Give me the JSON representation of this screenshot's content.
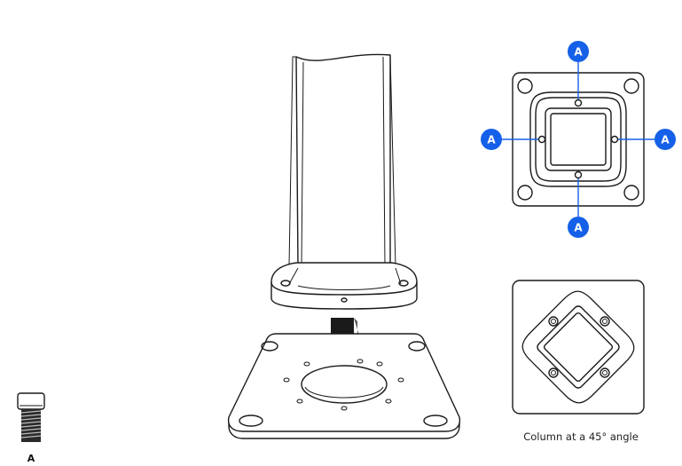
{
  "accent_color": "#1560e8",
  "screw": {
    "label": "A"
  },
  "top_view": {
    "callouts": [
      {
        "position": "top",
        "label": "A"
      },
      {
        "position": "left",
        "label": "A"
      },
      {
        "position": "right",
        "label": "A"
      },
      {
        "position": "bottom",
        "label": "A"
      }
    ]
  },
  "angled_view": {
    "caption": "Column at a 45° angle"
  },
  "icons": {
    "arrow": "down-arrow-icon",
    "screw": "screw-icon"
  }
}
